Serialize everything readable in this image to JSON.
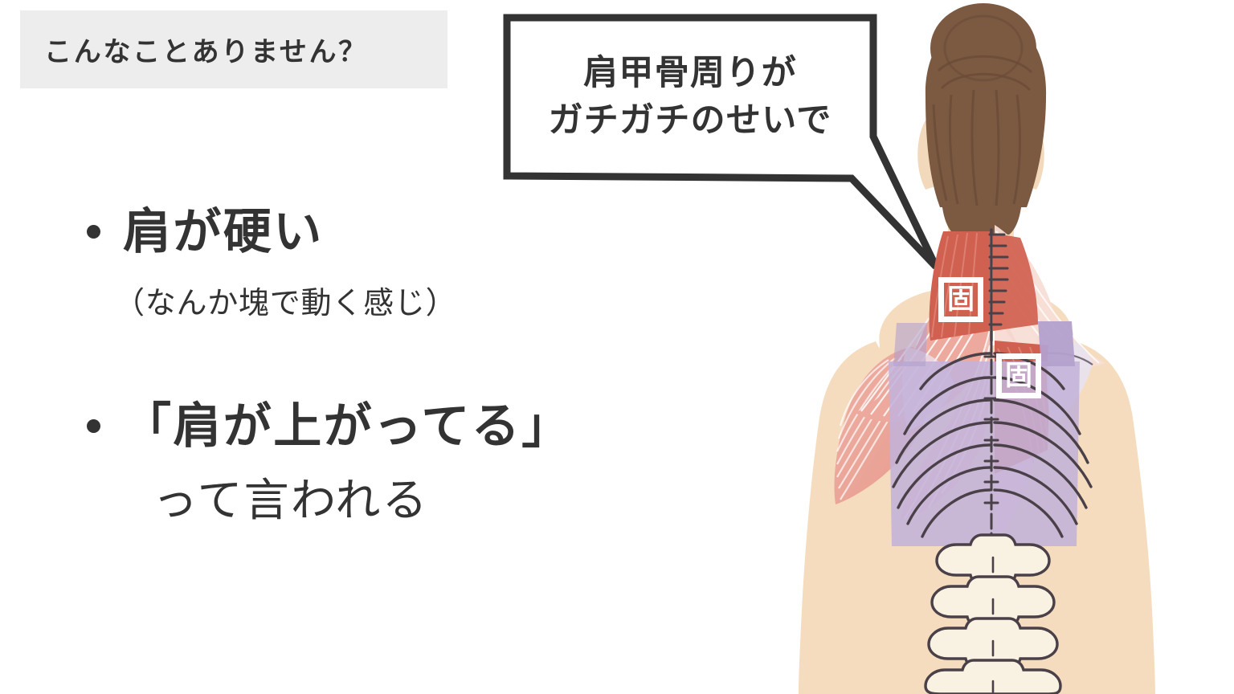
{
  "header": {
    "chip_text": "こんなことありません？",
    "chip_bg": "#ededed",
    "text_color": "#333333"
  },
  "bullets": [
    {
      "marker": "•",
      "main": "肩が硬い",
      "sub": "（なんか塊で動く感じ）"
    },
    {
      "marker": "•",
      "main": "「肩が上がってる」",
      "cont": "って言われる"
    }
  ],
  "speech_bubble": {
    "line1": "肩甲骨周りが",
    "line2": "ガチガチのせいで",
    "border_color": "#333333",
    "fill": "#ffffff"
  },
  "illustration": {
    "subject": "female-back-anatomy",
    "markers": [
      {
        "label": "固",
        "region": "upper-trapezius-neck"
      },
      {
        "label": "固",
        "region": "rhomboid-mid-back"
      }
    ],
    "colors": {
      "skin": "#f5dcbe",
      "hair": "#7c5a42",
      "hair_shadow": "#6a4b37",
      "muscle_red": "#d0604f",
      "muscle_pink": "#eaa79c",
      "muscle_light": "#f3cfc8",
      "bra_purple": "#c3b2d9",
      "bone": "#f7f1e4",
      "bone_outline": "#4a4048",
      "marker_white": "#ffffff"
    }
  }
}
